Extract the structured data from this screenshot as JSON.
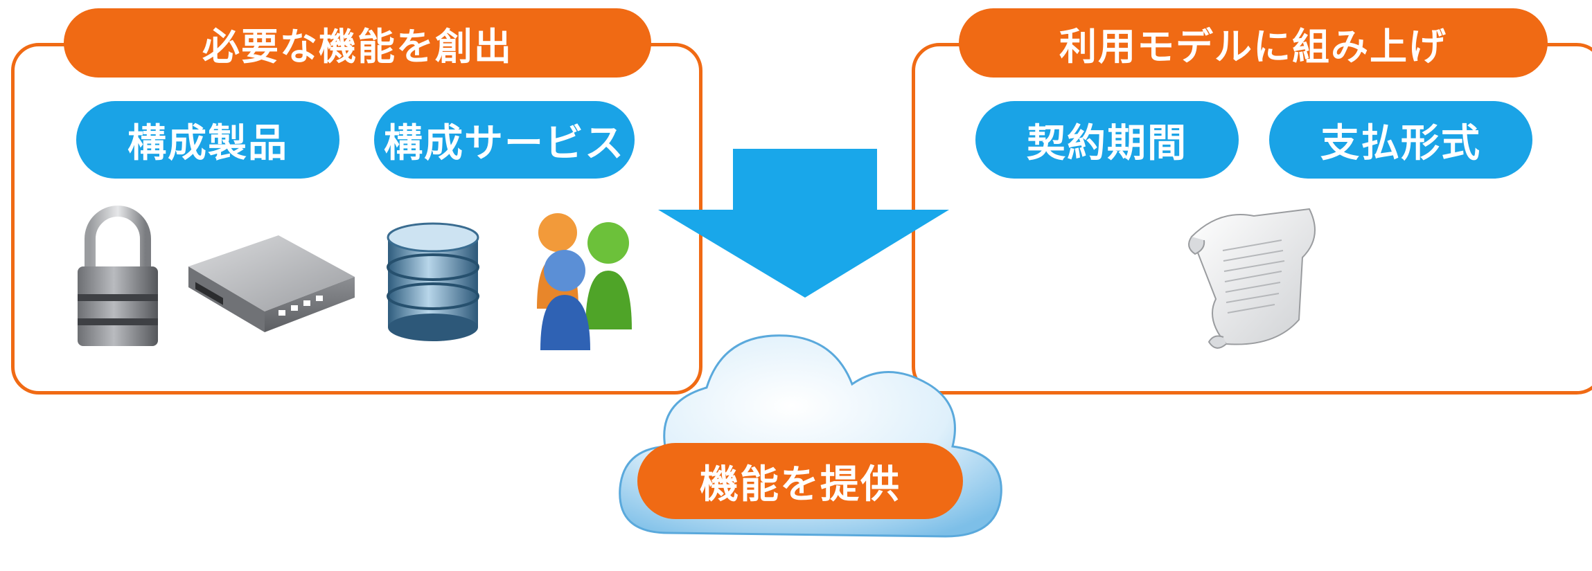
{
  "left_panel": {
    "title": "必要な機能を創出",
    "pills": [
      "構成製品",
      "構成サービス"
    ],
    "icons": [
      "padlock-icon",
      "network-switch-icon",
      "database-icon",
      "users-icon"
    ]
  },
  "right_panel": {
    "title": "利用モデルに組み上げ",
    "pills": [
      "契約期間",
      "支払形式"
    ],
    "icons": [
      "document-scroll-icon"
    ]
  },
  "center": {
    "label": "機能を提供",
    "icons": [
      "down-arrow-icon",
      "cloud-icon"
    ]
  },
  "colors": {
    "orange": "#f06a14",
    "blue": "#1aa3e6",
    "arrow": "#19a7ea"
  }
}
